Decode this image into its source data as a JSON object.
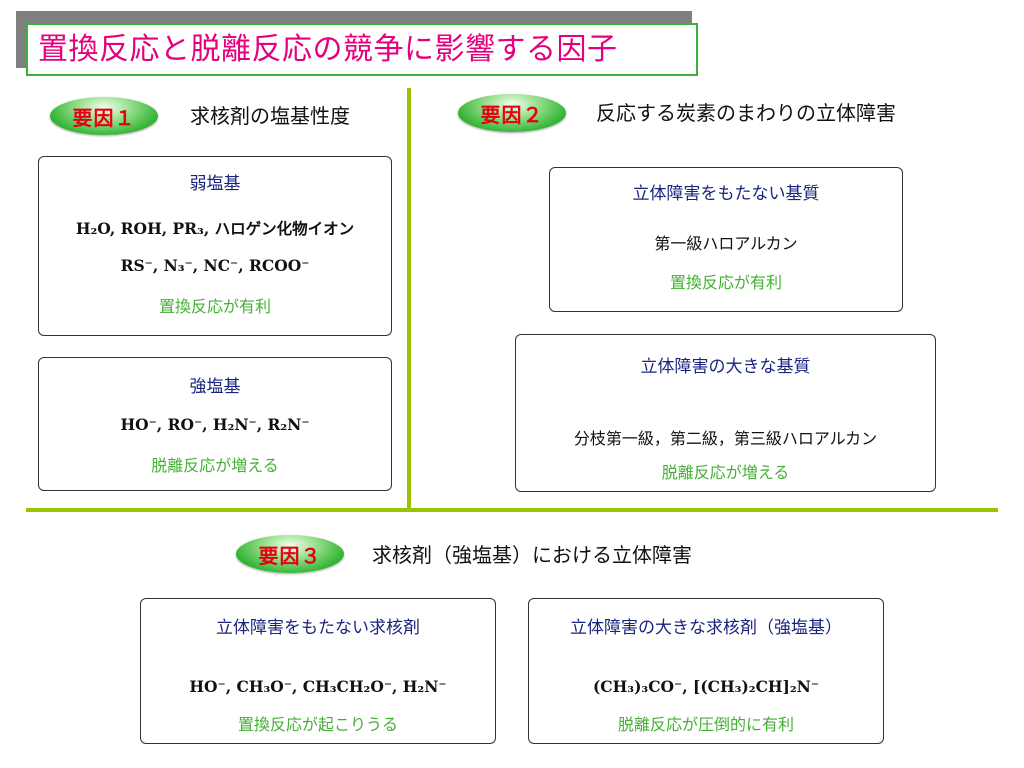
{
  "title": "置換反応と脱離反応の競争に影響する因子",
  "factor1": {
    "badge": "要因１",
    "heading": "求核剤の塩基性度",
    "weak": {
      "title": "弱塩基",
      "formula1": "H₂O, ROH, PR₃, ハロゲン化物イオン",
      "formula2": "RS⁻, N₃⁻, NC⁻, RCOO⁻",
      "result": "置換反応が有利"
    },
    "strong": {
      "title": "強塩基",
      "formula": "HO⁻, RO⁻, H₂N⁻, R₂N⁻",
      "result": "脱離反応が増える"
    }
  },
  "factor2": {
    "badge": "要因２",
    "heading": "反応する炭素のまわりの立体障害",
    "unhindered": {
      "title": "立体障害をもたない基質",
      "desc": "第一級ハロアルカン",
      "result": "置換反応が有利"
    },
    "hindered": {
      "title": "立体障害の大きな基質",
      "desc": "分枝第一級，第二級，第三級ハロアルカン",
      "result": "脱離反応が増える"
    }
  },
  "factor3": {
    "badge": "要因３",
    "heading": "求核剤（強塩基）における立体障害",
    "unhindered": {
      "title": "立体障害をもたない求核剤",
      "formula": "HO⁻, CH₃O⁻, CH₃CH₂O⁻, H₂N⁻",
      "result": "置換反応が起こりうる"
    },
    "hindered": {
      "title": "立体障害の大きな求核剤（強塩基）",
      "formula": "(CH₃)₃CO⁻, [(CH₃)₂CH]₂N⁻",
      "result": "脱離反応が圧倒的に有利"
    }
  },
  "colors": {
    "title": "#e6007e",
    "badge_text": "#e60012",
    "divider": "#9ac400",
    "box_title": "#1a237e",
    "result": "#45b035"
  }
}
